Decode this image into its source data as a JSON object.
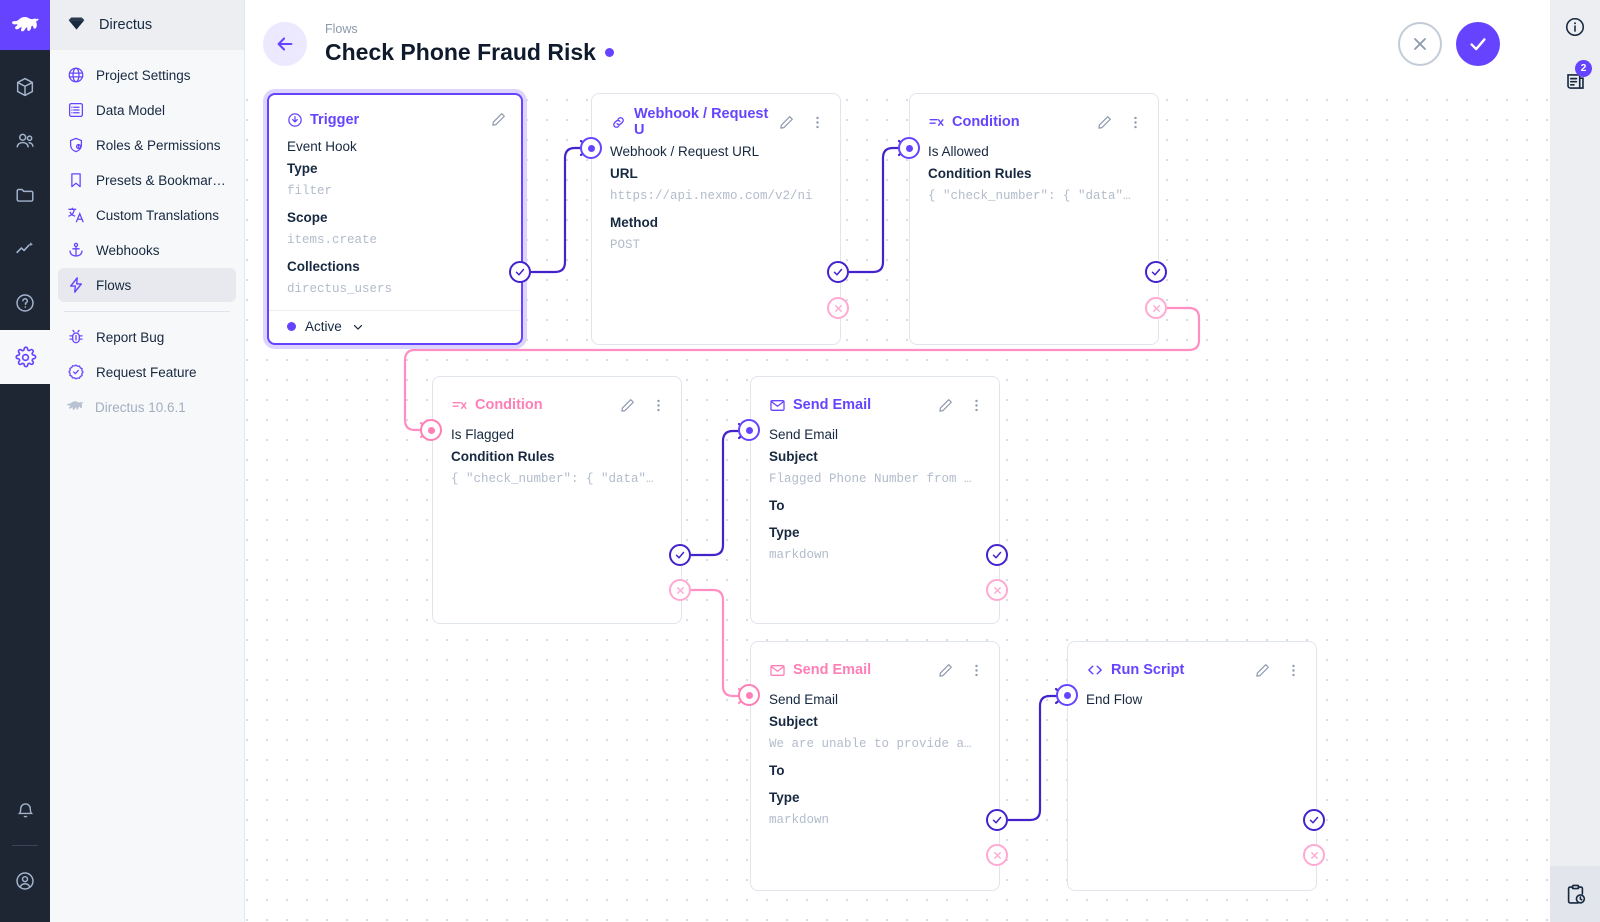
{
  "app": {
    "name": "Directus",
    "version_label": "Directus 10.6.1"
  },
  "sidebar": {
    "header_label": "Directus",
    "items": [
      {
        "label": "Project Settings",
        "icon": "globe-icon",
        "active": false
      },
      {
        "label": "Data Model",
        "icon": "data-model-icon",
        "active": false
      },
      {
        "label": "Roles & Permissions",
        "icon": "shield-icon",
        "active": false
      },
      {
        "label": "Presets & Bookmar…",
        "icon": "bookmark-icon",
        "active": false
      },
      {
        "label": "Custom Translations",
        "icon": "translate-icon",
        "active": false
      },
      {
        "label": "Webhooks",
        "icon": "anchor-icon",
        "active": false
      },
      {
        "label": "Flows",
        "icon": "bolt-icon",
        "active": true
      }
    ],
    "secondary_items": [
      {
        "label": "Report Bug",
        "icon": "bug-icon"
      },
      {
        "label": "Request Feature",
        "icon": "badge-check-icon"
      }
    ]
  },
  "rail": {
    "icons": [
      "content-box-icon",
      "users-icon",
      "folder-icon",
      "insights-icon",
      "help-icon",
      "settings-icon"
    ],
    "bottom_icons": [
      "bell-icon",
      "account-icon"
    ]
  },
  "header": {
    "breadcrumb": "Flows",
    "title": "Check Phone Fraud Risk",
    "status_dot_color": "#6644ff",
    "cancel_label": "Cancel",
    "save_label": "Save"
  },
  "right_rail": {
    "info_icon": "info-icon",
    "logs_icon": "logs-icon",
    "logs_badge": "2",
    "history_icon": "clipboard-clock-icon"
  },
  "colors": {
    "accent": "#6644ff",
    "accent_dark": "#4422cc",
    "pink": "#ff7eb6",
    "pink_light": "#ffa9d2",
    "muted": "#b2bccb"
  },
  "flow": {
    "panels": [
      {
        "id": "trigger",
        "type": "trigger",
        "title": "Trigger",
        "icon": "trigger-bolt-icon",
        "accent": "#6644ff",
        "operation": "Event Hook",
        "fields": [
          {
            "label": "Type",
            "value": "filter"
          },
          {
            "label": "Scope",
            "value": "items.create"
          },
          {
            "label": "Collections",
            "value": "directus_users"
          }
        ],
        "status_label": "Active",
        "has_edit": true,
        "has_more": false
      },
      {
        "id": "webhook",
        "type": "webhook",
        "title": "Webhook / Request U",
        "icon": "link-icon",
        "accent": "#6644ff",
        "operation": "Webhook / Request URL",
        "fields": [
          {
            "label": "URL",
            "value": "https://api.nexmo.com/v2/ni"
          },
          {
            "label": "Method",
            "value": "POST"
          }
        ],
        "has_edit": true,
        "has_more": true
      },
      {
        "id": "condition-allowed",
        "type": "condition",
        "title": "Condition",
        "icon": "condition-icon",
        "accent": "#6644ff",
        "operation": "Is Allowed",
        "fields": [
          {
            "label": "Condition Rules",
            "value": "{ \"check_number\": { \"data\"…"
          }
        ],
        "has_edit": true,
        "has_more": true
      },
      {
        "id": "condition-flagged",
        "type": "condition",
        "title": "Condition",
        "icon": "condition-icon",
        "accent": "#ff7eb6",
        "operation": "Is Flagged",
        "fields": [
          {
            "label": "Condition Rules",
            "value": "{ \"check_number\": { \"data\"…"
          }
        ],
        "has_edit": true,
        "has_more": true
      },
      {
        "id": "send-email-flagged",
        "type": "mail",
        "title": "Send Email",
        "icon": "mail-icon",
        "accent": "#6644ff",
        "operation": "Send Email",
        "fields": [
          {
            "label": "Subject",
            "value": "Flagged Phone Number from …"
          },
          {
            "label": "To",
            "value": ""
          },
          {
            "label": "Type",
            "value": "markdown"
          }
        ],
        "has_edit": true,
        "has_more": true
      },
      {
        "id": "send-email-unable",
        "type": "mail",
        "title": "Send Email",
        "icon": "mail-icon",
        "accent": "#ff7eb6",
        "operation": "Send Email",
        "fields": [
          {
            "label": "Subject",
            "value": "We are unable to provide a…"
          },
          {
            "label": "To",
            "value": ""
          },
          {
            "label": "Type",
            "value": "markdown"
          }
        ],
        "has_edit": true,
        "has_more": true
      },
      {
        "id": "run-script",
        "type": "script",
        "title": "Run Script",
        "icon": "code-icon",
        "accent": "#6644ff",
        "operation": "End Flow",
        "fields": [],
        "has_edit": true,
        "has_more": true
      }
    ]
  }
}
